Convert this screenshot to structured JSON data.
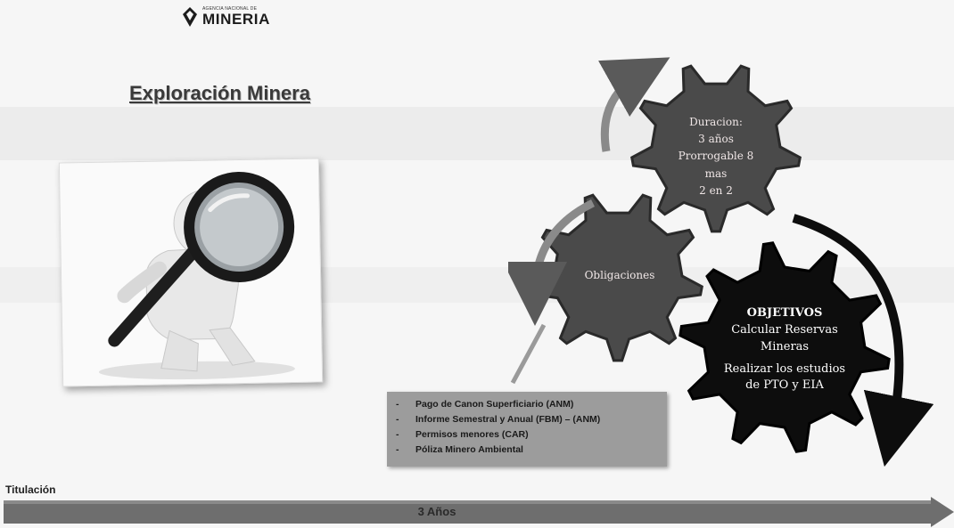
{
  "logo": {
    "small_text": "AGENCIA NACIONAL DE",
    "big_text": "MINERIA"
  },
  "title": "Exploración Minera",
  "gears": {
    "duration": {
      "lines": [
        "Duracion:",
        "3 años",
        "Prorrogable 8 mas",
        "2 en 2"
      ]
    },
    "obligations": {
      "label": "Obligaciones"
    },
    "objectives": {
      "title": "OBJETIVOS",
      "lines": [
        "Calcular Reservas",
        "Mineras",
        "Realizar los estudios",
        "de PTO y EIA"
      ]
    }
  },
  "obligations_list": [
    "Pago de Canon Superficiario (ANM)",
    "Informe Semestral y Anual (FBM) – (ANM)",
    "Permisos menores (CAR)",
    "Póliza Minero Ambiental"
  ],
  "timeline": {
    "start_label": "Titulación",
    "duration_label": "3 Años"
  },
  "colors": {
    "gear_dark": "#4a4a4a",
    "gear_black": "#0d0d0d",
    "list_box": "#9c9c9c",
    "timeline_arrow": "#6e6e6e"
  }
}
